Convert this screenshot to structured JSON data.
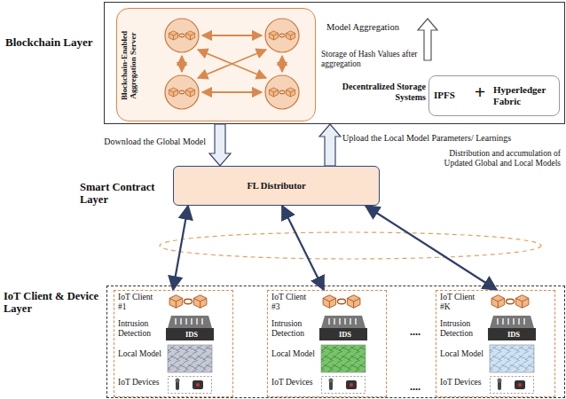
{
  "diagram": {
    "nodes": [
      {
        "text": [
          "Blockchain Layer",
          "Model Aggregation"
        ]
      },
      {
        "text": [
          "Blockchain-Enabled Aggregation Server"
        ],
        "in": 0
      },
      {
        "text": [
          "Decentralized Storage Systems",
          "IPFS",
          "+",
          "Hyperledger Fabric"
        ],
        "in": 0
      },
      {
        "text": [
          "FL Distributor"
        ]
      },
      {
        "text": [
          "IoT Client & Device Layer"
        ]
      },
      {
        "text": [
          "IoT Client #1",
          "Intrusion Detection",
          "IDS",
          "Local Model",
          "IoT Devices"
        ],
        "in": 4
      },
      {
        "text": [
          "IoT Client #3",
          "Intrusion Detection",
          "IDS",
          "Local Model",
          "IoT Devices"
        ],
        "in": 4
      },
      {
        "text": [
          "IoT Client #K",
          "Intrusion Detection",
          "IDS",
          "Local Model",
          "IoT Devices"
        ],
        "in": 4
      }
    ],
    "edges": [
      {
        "from": 0,
        "to": 3,
        "arrow": "to",
        "label": "Download the Global Model"
      },
      {
        "from": 3,
        "to": 0,
        "arrow": "to",
        "label": "Upload the Local Model Parameters/ Learnings"
      },
      {
        "from": 3,
        "to": 5,
        "arrow": "both"
      },
      {
        "from": 3,
        "to": 6,
        "arrow": "both"
      },
      {
        "from": 3,
        "to": 7,
        "arrow": "both"
      }
    ],
    "labels": [
      "Storage of Hash Values after aggregation",
      "Smart Contract Layer",
      "Distribution and accumulation of Updated Global and Local Models",
      "....",
      "...."
    ]
  }
}
